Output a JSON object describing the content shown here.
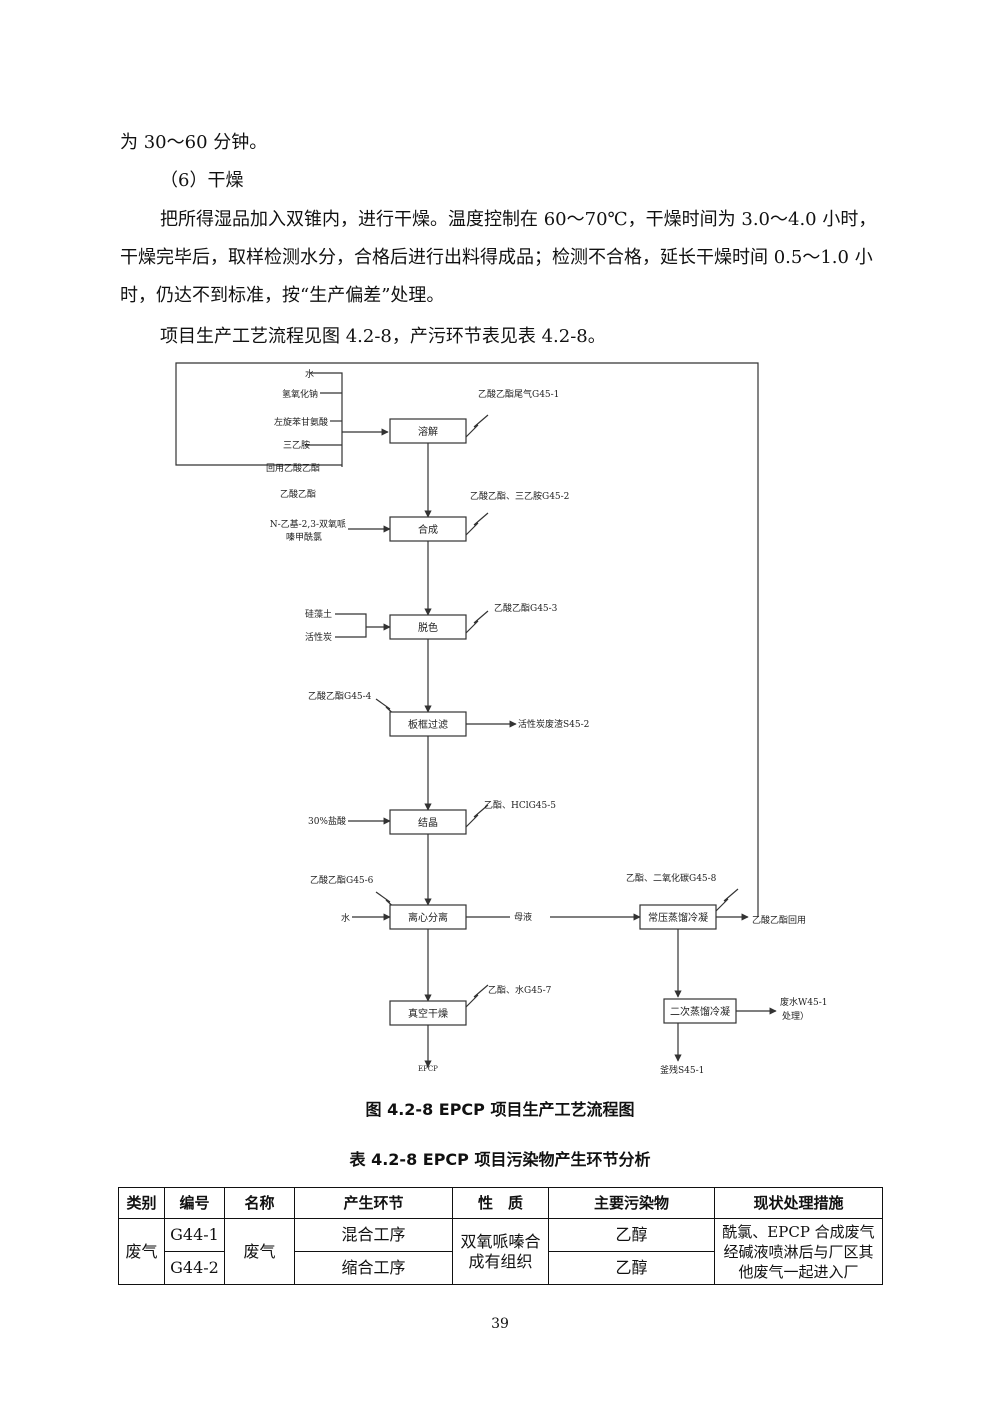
{
  "text": {
    "line1": "为 30～60 分钟。",
    "step_title": "（6）干燥",
    "para_dry": "把所得湿品加入双锥内，进行干燥。温度控制在 60～70℃，干燥时间为 3.0～4.0 小时，干燥完毕后，取样检测水分，合格后进行出料得成品；检测不合格，延长干燥时间 0.5～1.0 小时，仍达不到标准，按“生产偏差”处理。",
    "para_ref": "项目生产工艺流程见图 4.2-8，产污环节表见表 4.2-8。"
  },
  "diagram": {
    "inputs_top": [
      "水",
      "氢氧化钠",
      "左旋苯甘氨酸",
      "三乙胺",
      "回用乙酸乙酯"
    ],
    "input_etac": "乙酸乙酯",
    "input_synth": [
      "N-乙基-2,3-双氧哌",
      "嗪甲酰氯"
    ],
    "inputs_decolor": [
      "硅藻土",
      "活性炭"
    ],
    "input_hcl": "30%盐酸",
    "input_water": "水",
    "boxes": {
      "dissolve": "溶解",
      "synth": "合成",
      "decolor": "脱色",
      "filter": "板框过滤",
      "crystal": "结晶",
      "centrifuge": "离心分离",
      "vacdry": "真空干燥",
      "atmdist": "常压蒸馏冷凝",
      "secdist": "二次蒸馏冷凝"
    },
    "emissions": {
      "g1": "乙酸乙酯尾气G45-1",
      "g2": "乙酸乙酯、三乙胺G45-2",
      "g3": "乙酸乙酯G45-3",
      "g4": "乙酸乙酯G45-4",
      "g5": "乙酯、HClG45-5",
      "g6": "乙酸乙酯G45-6",
      "g7": "乙酯、水G45-7",
      "g8": "乙酯、二氧化碳G45-8"
    },
    "solid_waste": "活性炭废渣S45-2",
    "mother_liquor": "母液",
    "etac_recycle": "乙酸乙酯回用",
    "wastewater": [
      "废水W45-1（污水",
      "处理）"
    ],
    "residue": "釜残S45-1",
    "product": "EPCP"
  },
  "figure_caption": "图 4.2-8 EPCP 项目生产工艺流程图",
  "table_caption": "表 4.2-8 EPCP 项目污染物产生环节分析",
  "table": {
    "headers": [
      "类别",
      "编号",
      "名称",
      "产生环节",
      "性　质",
      "主要污染物",
      "现状处理措施"
    ],
    "category": "废气",
    "name": "废气",
    "nature": "双氧哌嗪合成有组织",
    "measure": "酰氯、EPCP 合成废气经碱液喷淋后与厂区其他废气一起进入厂",
    "rows": [
      {
        "code": "G44-1",
        "process": "混合工序",
        "pollutant": "乙醇"
      },
      {
        "code": "G44-2",
        "process": "缩合工序",
        "pollutant": "乙醇"
      }
    ]
  },
  "page_number": "39"
}
